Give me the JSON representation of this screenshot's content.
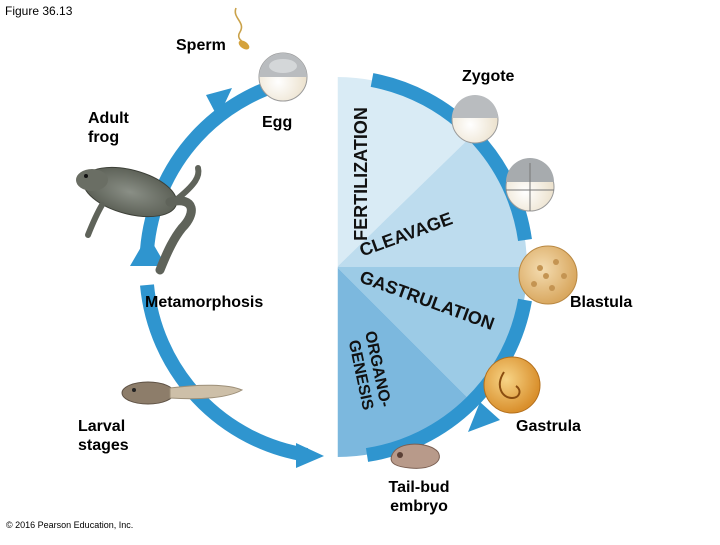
{
  "figure_label": "Figure 36.13",
  "copyright": "© 2016 Pearson Education, Inc.",
  "labels": {
    "sperm": "Sperm",
    "zygote": "Zygote",
    "egg": "Egg",
    "adult_frog": "Adult frog",
    "metamorphosis": "Metamorphosis",
    "blastula": "Blastula",
    "larval_stages": "Larval stages",
    "gastrula": "Gastrula",
    "tail_bud_embryo": "Tail-bud embryo"
  },
  "phases": {
    "fertilization": "FERTILIZATION",
    "cleavage": "CLEAVAGE",
    "gastrulation": "GASTRULATION",
    "organogenesis_line1": "ORGANO-",
    "organogenesis_line2": "GENESIS"
  },
  "colors": {
    "cycle_ring": "#2f95cf",
    "fertilization_sector": "#d9ebf5",
    "cleavage_sector": "#bddcee",
    "gastrulation_sector": "#9ccbe6",
    "organogenesis_sector": "#7cb8de",
    "phase_text": "#111111"
  }
}
